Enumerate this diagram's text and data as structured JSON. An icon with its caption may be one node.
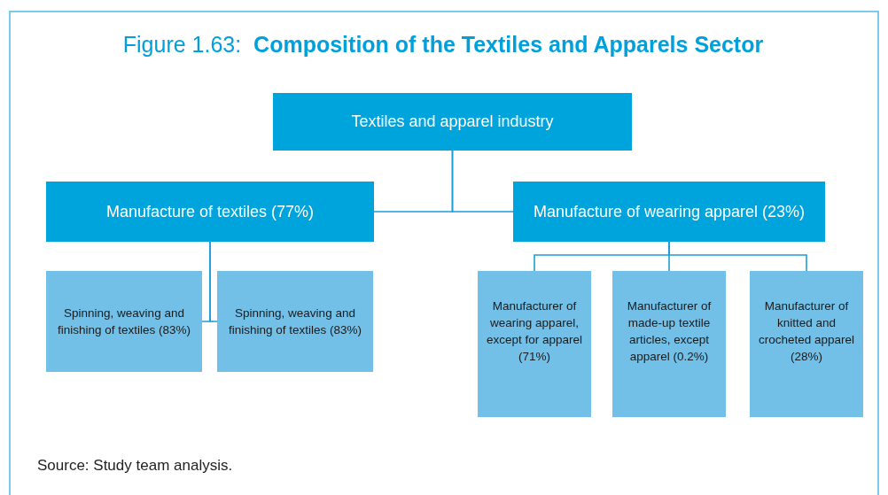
{
  "diagram": {
    "title": "Figure 1.63:  **Composition of the Textiles and Apparels Sector**",
    "nodes": [
      {
        "text": [
          "Textiles and apparel industry"
        ]
      },
      {
        "text": [
          "Manufacture of textiles (77%)"
        ]
      },
      {
        "text": [
          "Manufacture of wearing apparel (23%)"
        ]
      },
      {
        "text": [
          "Spinning, weaving and finishing of textiles (83%)"
        ]
      },
      {
        "text": [
          "Spinning, weaving and finishing of textiles (83%)"
        ]
      },
      {
        "text": [
          "Manufacturer of wearing apparel, except for apparel (71%)"
        ]
      },
      {
        "text": [
          "Manufacturer of made-up textile articles, except apparel (0.2%)"
        ]
      },
      {
        "text": [
          "Manufacturer of knitted and crocheted apparel (28%)"
        ]
      }
    ],
    "edges": [
      {
        "from": 0,
        "to": 1,
        "arrow": "none"
      },
      {
        "from": 0,
        "to": 2,
        "arrow": "none"
      },
      {
        "from": 1,
        "to": 3,
        "arrow": "none"
      },
      {
        "from": 1,
        "to": 4,
        "arrow": "none"
      },
      {
        "from": 2,
        "to": 5,
        "arrow": "none"
      },
      {
        "from": 2,
        "to": 6,
        "arrow": "none"
      },
      {
        "from": 2,
        "to": 7,
        "arrow": "none"
      }
    ],
    "caption": "Source: Study team analysis."
  }
}
